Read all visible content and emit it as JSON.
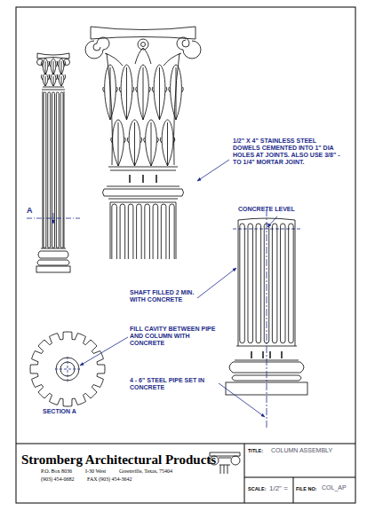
{
  "diagram": {
    "labels": [
      "A",
      "1/2\" X 4\" STAINLESS STEEL DOWELS CEMENTED INTO 1\" DIA HOLES AT JOINTS.  ALSO USE 3/8\" - TO 1/4\" MORTAR JOINT.",
      "CONCRETE LEVEL",
      "SHAFT FILLED 2 MIN. WITH CONCRETE",
      "FILL CAVITY BETWEEN PIPE AND COLUMN WITH CONCRETE",
      "4 - 6\" STEEL PIPE SET IN CONCRETE",
      "SECTION A",
      "Stromberg Architectural Products",
      "P.O. Box 8036",
      "I-30 West",
      "Greenville, Texas, 75404",
      "(903) 454-0682",
      "FAX (903) 454-3642",
      "TITLE:",
      "COLUMN ASSEMBLY",
      "SCALE:",
      "1/2\" =",
      "FILE NO:",
      "COL_AP"
    ]
  }
}
